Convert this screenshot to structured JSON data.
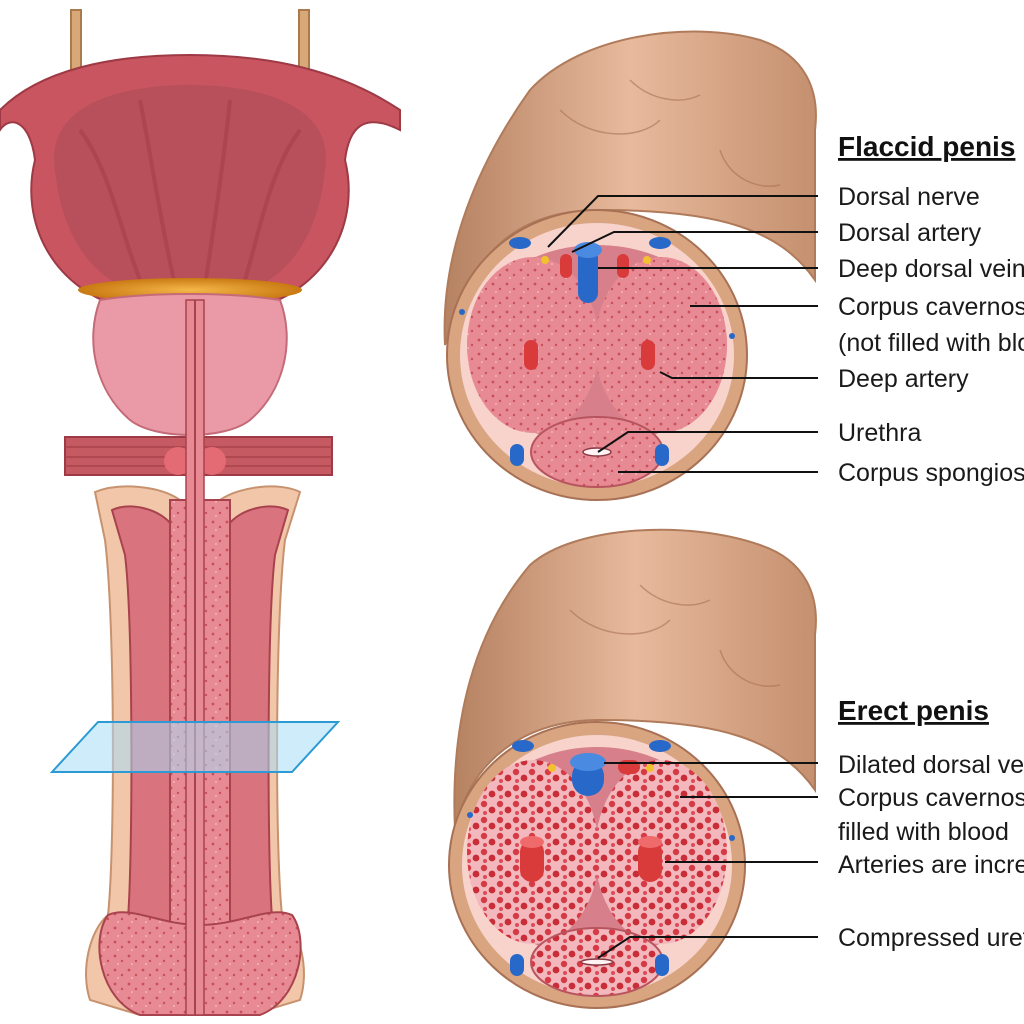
{
  "flaccid": {
    "heading": "Flaccid penis",
    "labels": [
      "Dorsal nerve",
      "Dorsal artery",
      "Deep dorsal vein",
      "Corpus cavernosum",
      "(not filled with blood)",
      "Deep artery",
      "Urethra",
      "Corpus spongiosum"
    ]
  },
  "erect": {
    "heading": "Erect penis",
    "labels": [
      "Dilated dorsal vein",
      "Corpus cavernosum",
      "filled with blood",
      "Arteries are increased",
      "Compressed urethra"
    ]
  },
  "colors": {
    "skin": "#d9a78a",
    "skin_dark": "#b98463",
    "tissue": "#e9838d",
    "tissue_dark": "#c85a65",
    "artery": "#d93a3a",
    "vein": "#2868c8",
    "plane": "#a8dcf5"
  }
}
